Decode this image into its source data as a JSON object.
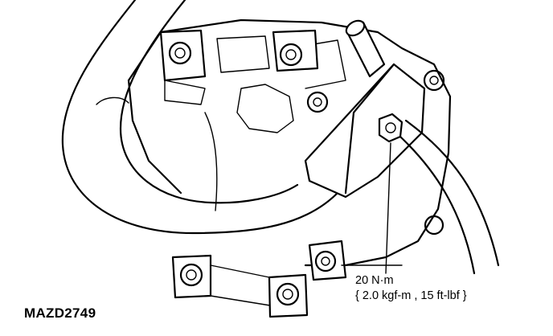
{
  "callout": {
    "line1": "20 N·m",
    "line2": "{ 2.0 kgf-m , 15 ft-lbf }"
  },
  "figure_id": "MAZD2749",
  "colors": {
    "ink": "#000000",
    "paper": "#ffffff"
  }
}
